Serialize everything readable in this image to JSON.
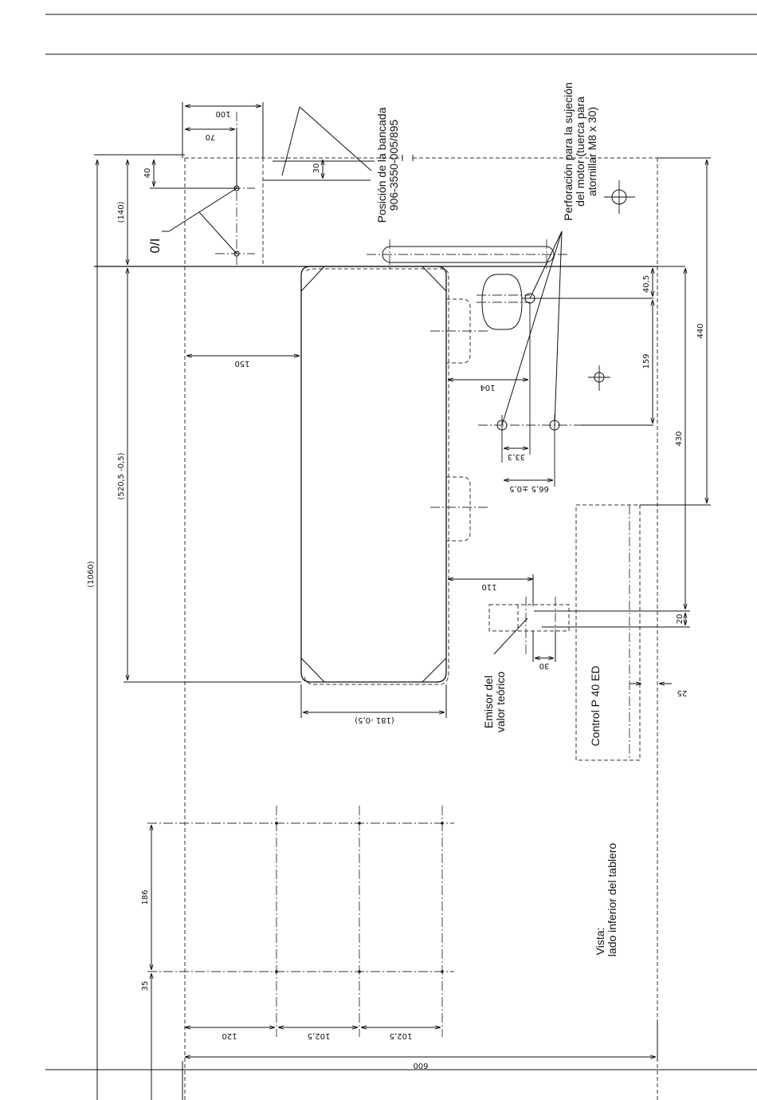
{
  "labels": {
    "bancada_1": "Posición de la bancada",
    "bancada_2": "906-3550-005/895",
    "perforacion_1": "Perforación para la sujeción",
    "perforacion_2": "del motor (tuerca para",
    "perforacion_3": "atornillar M8 x 30)",
    "emisor_1": "Emisor del",
    "emisor_2": "valor teórico",
    "control": "Control P 40 ED",
    "vista_1": "Vista:",
    "vista_2": "lado inferior del tablero",
    "switch": "0/I"
  },
  "dimensions": {
    "d100": "100",
    "d70": "70",
    "d40": "40",
    "d30_top": "30",
    "d140": "(140)",
    "d1060": "(1060)",
    "d520": "(520,5 -0,5)",
    "d150": "150",
    "d181": "(181 -0,5)",
    "d104": "104",
    "d33": "33,3",
    "d66": "66,5 ±0,5",
    "d40_5": "40,5",
    "d159": "159",
    "d440": "440",
    "d430": "430",
    "d110": "110",
    "d20": "20",
    "d30_b": "30",
    "d25": "25",
    "d186": "186",
    "d35": "35",
    "d120": "120",
    "d102a": "102,5",
    "d102b": "102,5",
    "d600": "600"
  }
}
